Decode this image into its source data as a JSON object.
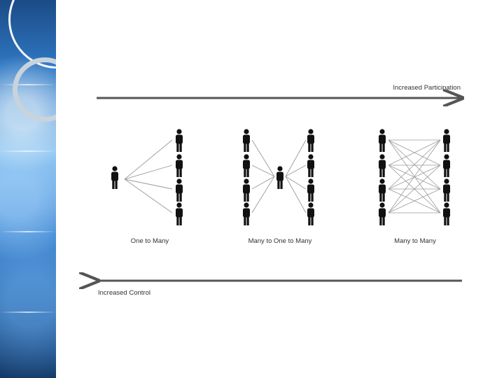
{
  "diagram": {
    "top_arrow_label": "Increased Participation",
    "bottom_arrow_label": "Increased Control",
    "models": [
      {
        "label": "One to Many"
      },
      {
        "label": "Many to One to Many"
      },
      {
        "label": "Many to Many"
      }
    ]
  },
  "colors": {
    "figure": "#111111",
    "arrow": "#555555",
    "line": "#999999"
  },
  "icons": [
    "person-icon",
    "globe-ring-icon"
  ]
}
